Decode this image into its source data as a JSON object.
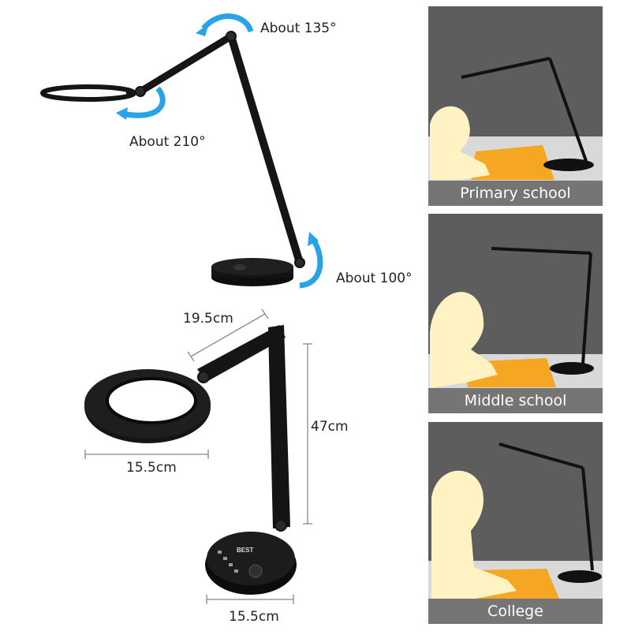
{
  "angles": {
    "top": "About 135°",
    "head": "About 210°",
    "base": "About 100°"
  },
  "dimensions": {
    "arm_upper": "19.5cm",
    "arm_height": "47cm",
    "head_width": "15.5cm",
    "base_width": "15.5cm"
  },
  "base_badge": "BEST",
  "panels": [
    {
      "caption": "Primary school"
    },
    {
      "caption": "Middle school"
    },
    {
      "caption": "College"
    }
  ],
  "colors": {
    "lamp": "#151515",
    "arrow": "#29a3e8",
    "panel_bg": "#5d5d5d",
    "caption_bg": "#757575",
    "desk": "#f5a623",
    "figure": "#fff3c4"
  }
}
